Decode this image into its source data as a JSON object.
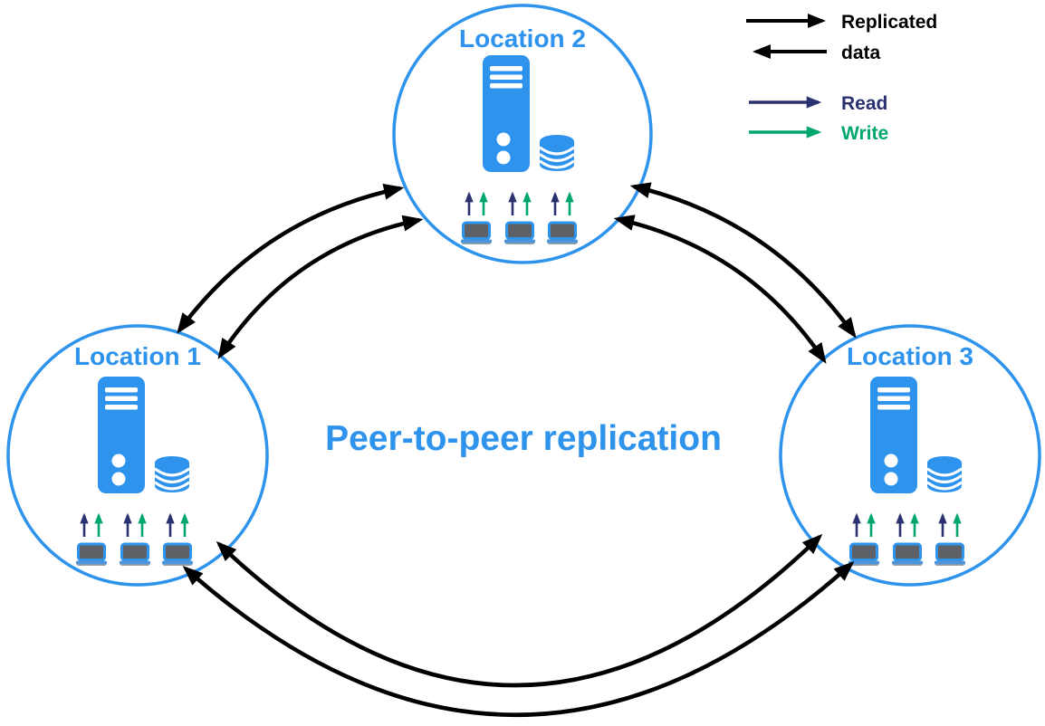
{
  "title": "Peer-to-peer replication",
  "colors": {
    "accent_blue": "#2e93ec",
    "arrow_black": "#000000",
    "read_navy": "#2a3170",
    "write_green": "#00a76d",
    "laptop_screen_gray": "#5d6166",
    "laptop_base_blue": "#4d94d8",
    "laptop_foot_gray": "#9aa0a6"
  },
  "legend": {
    "replicated_line1": "Replicated",
    "replicated_line2": "data",
    "read_label": "Read",
    "write_label": "Write"
  },
  "locations": [
    {
      "label": "Location 1"
    },
    {
      "label": "Location 2"
    },
    {
      "label": "Location 3"
    }
  ],
  "icons": {
    "server": "server-tower-icon",
    "database": "database-cylinder-icon",
    "laptop": "laptop-icon",
    "read": "navy-up-arrow-icon",
    "write": "green-up-arrow-icon",
    "replication": "double-headed-curved-arrow"
  }
}
